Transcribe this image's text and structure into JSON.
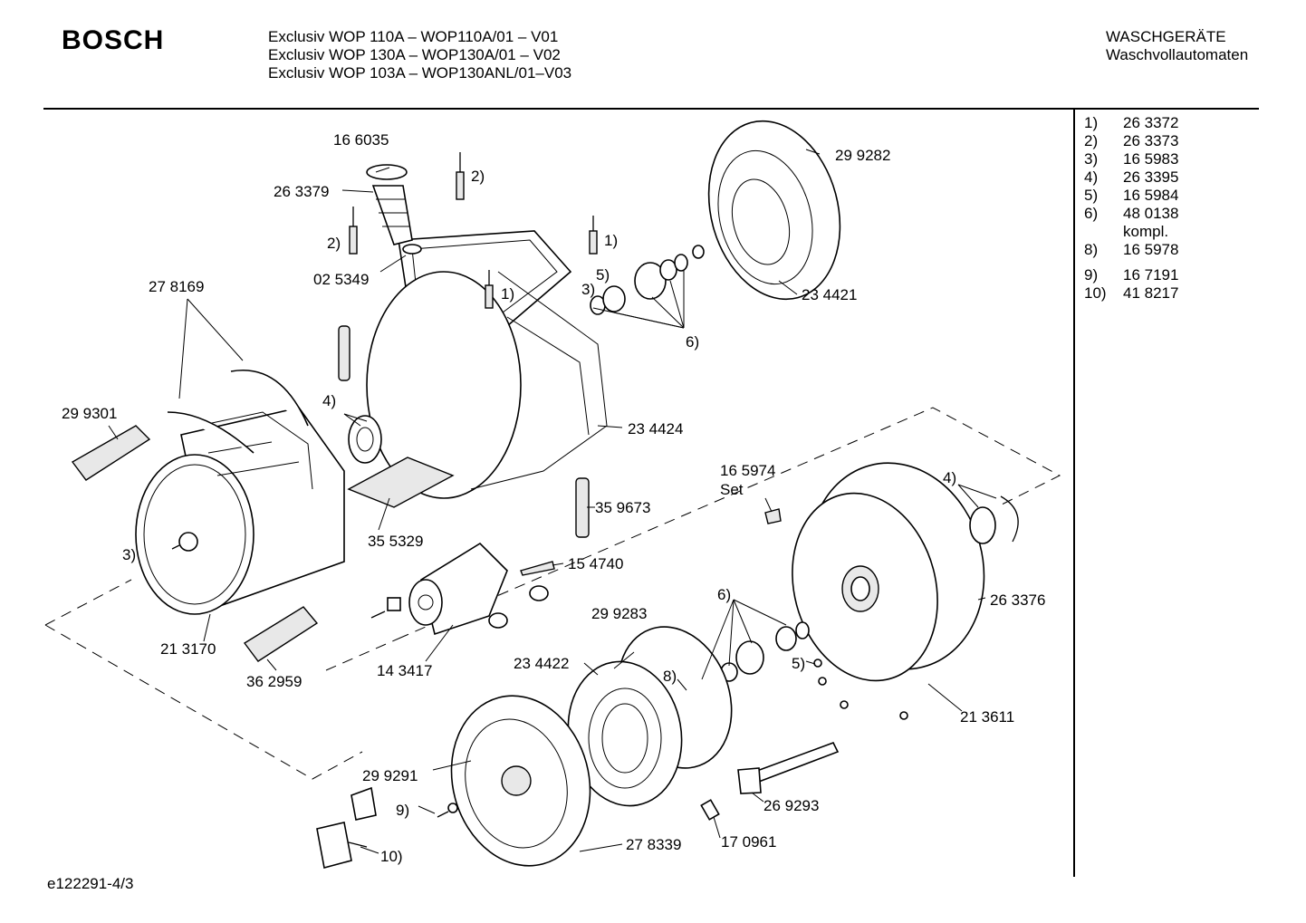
{
  "header": {
    "brand": "BOSCH",
    "models": [
      "Exclusiv WOP 110A – WOP110A/01 – V01",
      "Exclusiv WOP 130A – WOP130A/01 – V02",
      "Exclusiv WOP 103A – WOP130ANL/01–V03"
    ],
    "category_line1": "WASCHGERÄTE",
    "category_line2": "Waschvollautomaten"
  },
  "legend": [
    {
      "num": "1)",
      "value": "26 3372"
    },
    {
      "num": "2)",
      "value": "26 3373"
    },
    {
      "num": "3)",
      "value": "16 5983"
    },
    {
      "num": "4)",
      "value": "26 3395"
    },
    {
      "num": "5)",
      "value": "16 5984"
    },
    {
      "num": "6)",
      "value": "48 0138",
      "sub": "kompl."
    },
    {
      "num": "8)",
      "value": "16 5978"
    },
    {
      "num": "9)",
      "value": "16 7191"
    },
    {
      "num": "10)",
      "value": "41 8217"
    }
  ],
  "part_labels": {
    "p166035": "16 6035",
    "p263379": "26 3379",
    "p025349": "02 5349",
    "p278169": "27 8169",
    "p299301": "29 9301",
    "p213170": "21 3170",
    "p362959": "36 2959",
    "p355329": "35 5329",
    "p234424": "23 4424",
    "p359673": "35 9673",
    "p143417": "14 3417",
    "p154740": "15 4740",
    "p299283": "29 9283",
    "p234422": "23 4422",
    "p299291": "29 9291",
    "p278339": "27 8339",
    "p170961": "17 0961",
    "p269293": "26 9293",
    "p213611": "21 3611",
    "p263376": "26 3376",
    "p165974": "16 5974",
    "p165974_set": "Set",
    "p299282": "29 9282",
    "p234421": "23 4421"
  },
  "ref_labels": {
    "r1a": "1)",
    "r1b": "1)",
    "r2a": "2)",
    "r2b": "2)",
    "r3a": "3)",
    "r3b": "3)",
    "r4a": "4)",
    "r4b": "4)",
    "r5a": "5)",
    "r5b": "5)",
    "r6a": "6)",
    "r6b": "6)",
    "r8": "8)",
    "r9": "9)",
    "r10": "10)"
  },
  "footer": {
    "code": "e122291-4/3"
  }
}
